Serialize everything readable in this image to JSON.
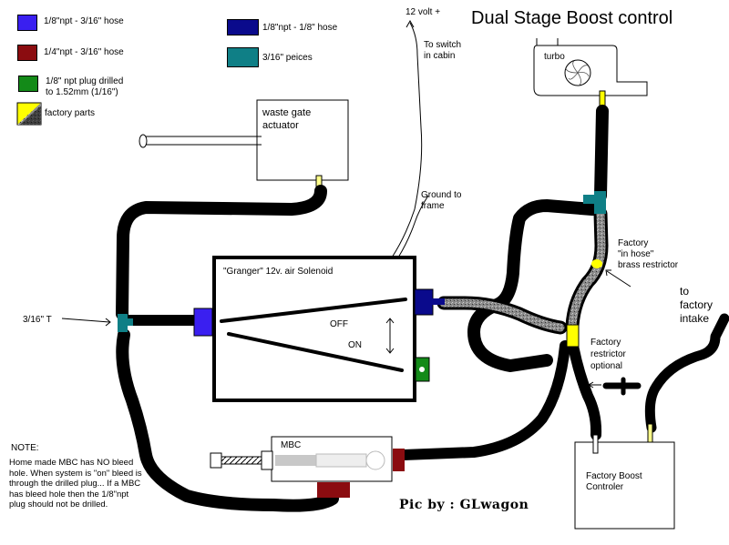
{
  "title": "Dual Stage Boost control",
  "credit": "Pic by : GLwagon",
  "legend": [
    {
      "label": "1/8\"npt - 3/16\" hose",
      "color": "#3a1ff0"
    },
    {
      "label": "1/4\"npt - 3/16\" hose",
      "color": "#8b0c10"
    },
    {
      "label": "1/8\" npt plug drilled",
      "label2": "to 1.52mm (1/16\")",
      "color": "#138a18"
    },
    {
      "label": "factory parts",
      "color": "#ffff00"
    },
    {
      "label": "1/8\"npt - 1/8\" hose",
      "color": "#0a0a8c"
    },
    {
      "label": "3/16\" peices",
      "color": "#0f7f86"
    }
  ],
  "components": {
    "wastegate": {
      "line1": "waste gate",
      "line2": "actuator"
    },
    "turbo": {
      "label": "turbo"
    },
    "solenoid": {
      "label": "\"Granger\" 12v. air Solenoid",
      "off": "OFF",
      "on": "ON"
    },
    "mbc": {
      "label": "MBC"
    },
    "factory_boost": {
      "line1": "Factory Boost",
      "line2": "Controler"
    }
  },
  "annotations": {
    "volt": "12 volt +",
    "switch1": "To switch",
    "switch2": "in cabin",
    "ground1": "Ground to",
    "ground2": "frame",
    "tee": "3/16\" T",
    "in_hose1": "Factory",
    "in_hose2": "\"in hose\"",
    "in_hose3": "brass restrictor",
    "intake1": "to",
    "intake2": "factory",
    "intake3": "intake",
    "restrictor1": "Factory",
    "restrictor2": "restrictor",
    "restrictor3": "optional"
  },
  "note": {
    "heading": "NOTE:",
    "body": "Home made MBC has NO bleed hole. When system is \"on\" bleed is through the drilled plug... If a MBC has bleed hole then the 1/8\"npt plug should not be drilled."
  }
}
